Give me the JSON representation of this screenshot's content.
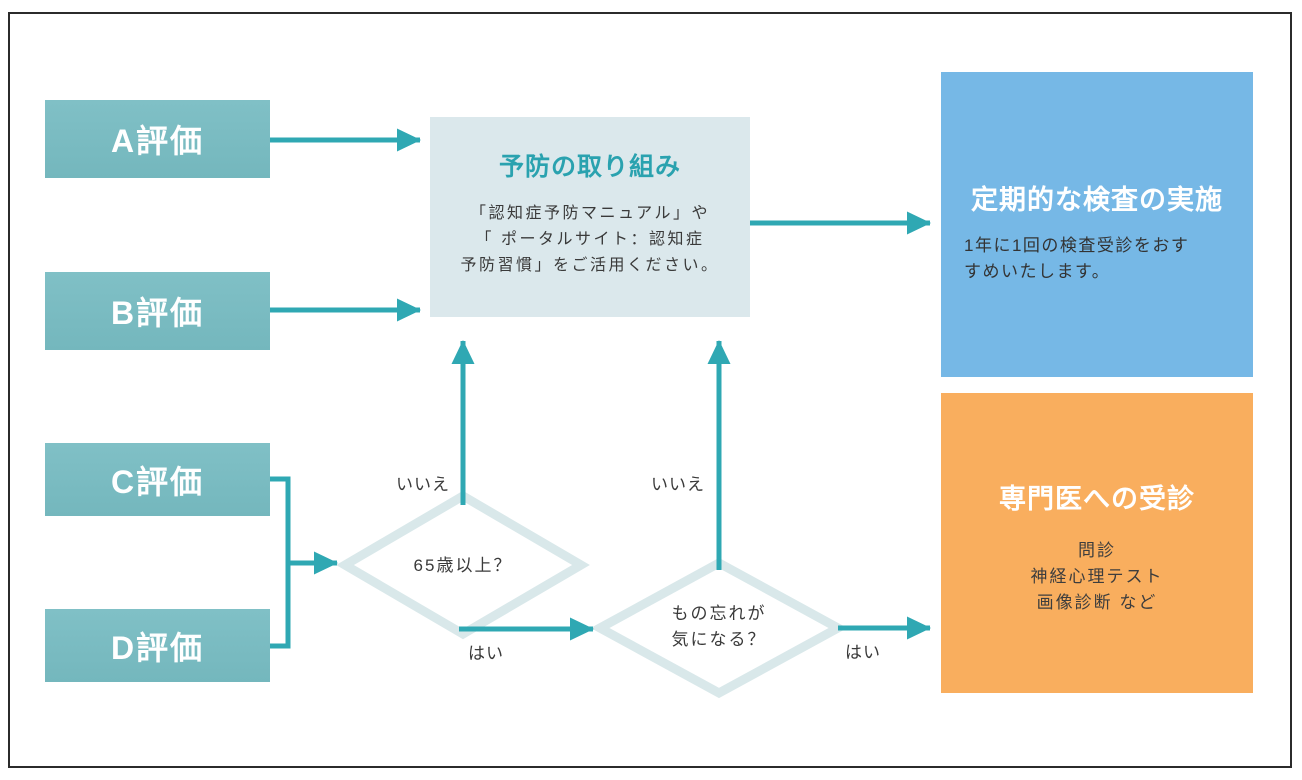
{
  "diagram": {
    "eval_boxes": [
      {
        "label": "A評価"
      },
      {
        "label": "B評価"
      },
      {
        "label": "C評価"
      },
      {
        "label": "D評価"
      }
    ],
    "prevention": {
      "title": "予防の取り組み",
      "body_lines": [
        "「認知症予防マニュアル」や",
        "「 ポータルサイト：認知症",
        "予防習慣」をご活用ください。"
      ]
    },
    "periodic_check": {
      "title": "定期的な検査の実施",
      "body_lines": [
        "1年に1回の検査受診をおす",
        "すめいたします。"
      ]
    },
    "specialist": {
      "title": "専門医への受診",
      "body_lines": [
        "問診",
        "神経心理テスト",
        "画像診断 など"
      ]
    },
    "decision_age": {
      "question": "65歳以上？",
      "no_label": "いいえ",
      "yes_label": "はい"
    },
    "decision_memory": {
      "question_lines": [
        "もの忘れが",
        "気になる？"
      ],
      "no_label": "いいえ",
      "yes_label": "はい"
    }
  },
  "colors": {
    "eval_box_teal": "#74b7bd",
    "arrow_teal": "#2fa8b3",
    "diamond_border": "#d9e8ea",
    "prevention_bg": "#dbe8ec",
    "prevention_title": "#2aa2af",
    "periodic_bg": "#76b8e6",
    "specialist_bg": "#f9ae5e",
    "frame_border": "#2b2b2b",
    "body_text": "#3a3a3a"
  }
}
